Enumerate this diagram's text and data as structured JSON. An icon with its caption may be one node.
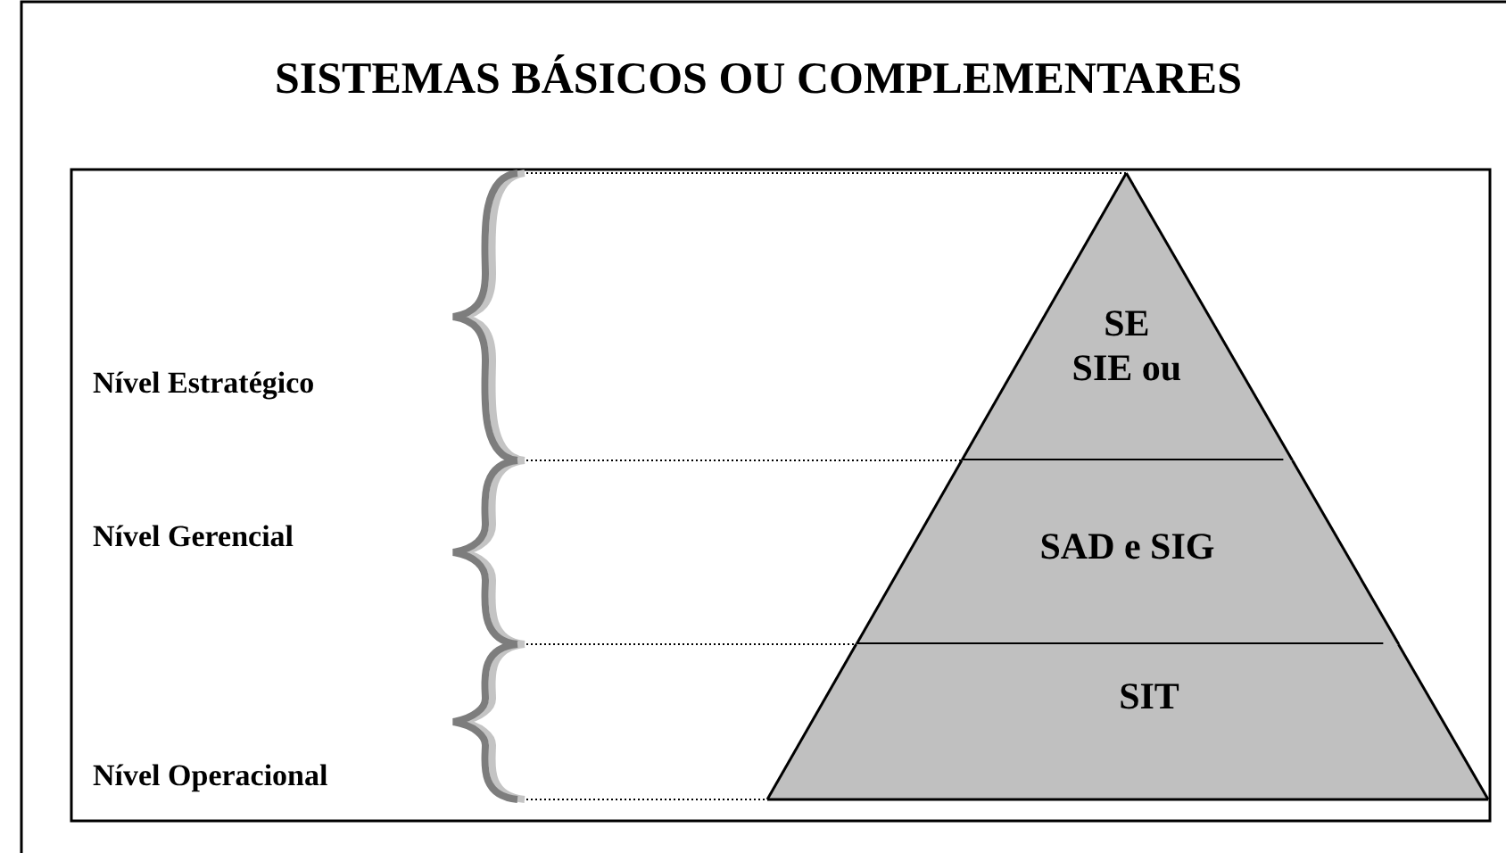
{
  "diagram": {
    "title": "SISTEMAS BÁSICOS OU COMPLEMENTARES",
    "nodes": [
      {
        "text": [
          "SE SIE ou"
        ]
      },
      {
        "text": [
          "SAD e SIG"
        ]
      },
      {
        "text": [
          "SIT"
        ]
      }
    ],
    "labels": [
      "Nível Estratégico",
      "Nível Gerencial",
      "Nível Operacional"
    ]
  }
}
